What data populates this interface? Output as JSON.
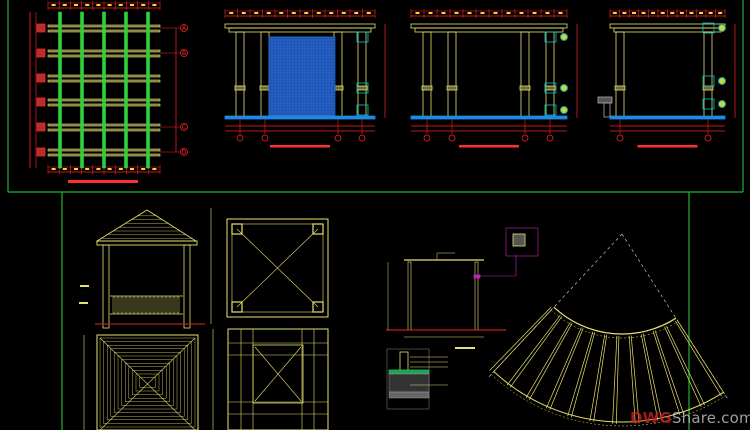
{
  "canvas": {
    "background": "#000000"
  },
  "colors": {
    "frame": "#22b22e",
    "linework": "#e8e070",
    "dimension": "#ff2020",
    "ground": "#1e88e5",
    "mesh": "#1565c0",
    "column_green": "#2ed13a",
    "callout": "#00c8c8",
    "section_magenta": "#c020c0"
  },
  "drawings": {
    "top_row": [
      "plan-grid",
      "front-elevation-mesh",
      "front-elevation",
      "side-elevation"
    ],
    "bottom_row": [
      "gazebo-elevation",
      "gazebo-roof-plan",
      "gazebo-roof-framing",
      "gazebo-floor-plan",
      "pergola-section",
      "footing-detail",
      "fan-pergola-plan"
    ]
  },
  "plan_grid_labels": [
    "A",
    "B",
    "C",
    "D"
  ],
  "watermark": {
    "brand": "DWG",
    "rest": "Share.com"
  }
}
